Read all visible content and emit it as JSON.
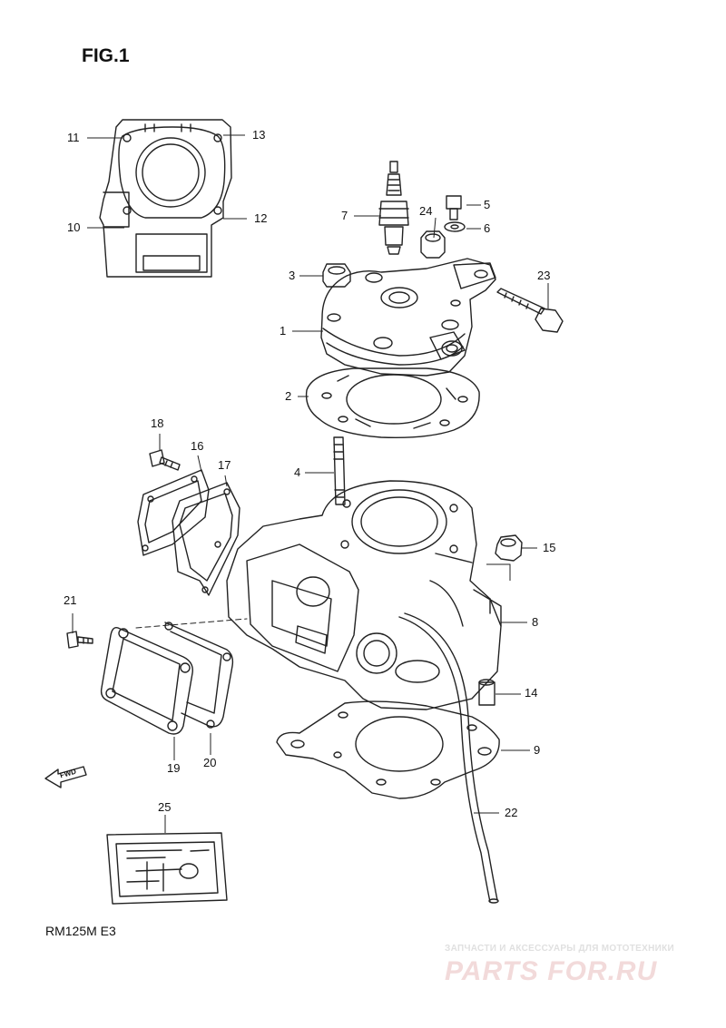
{
  "figure_title": "FIG.1",
  "model_code": "RM125M  E3",
  "watermark": {
    "caption": "ЗАПЧАСТИ И АКСЕССУАРЫ ДЛЯ МОТОТЕХНИКИ",
    "logo": "PARTS FOR.RU"
  },
  "fwd_label": "FWD",
  "callouts": [
    {
      "id": "1",
      "text": "1"
    },
    {
      "id": "2",
      "text": "2"
    },
    {
      "id": "3",
      "text": "3"
    },
    {
      "id": "4",
      "text": "4"
    },
    {
      "id": "5",
      "text": "5"
    },
    {
      "id": "6",
      "text": "6"
    },
    {
      "id": "7",
      "text": "7"
    },
    {
      "id": "8",
      "text": "8"
    },
    {
      "id": "9",
      "text": "9"
    },
    {
      "id": "10",
      "text": "10"
    },
    {
      "id": "11",
      "text": "11"
    },
    {
      "id": "12",
      "text": "12"
    },
    {
      "id": "13",
      "text": "13"
    },
    {
      "id": "14",
      "text": "14"
    },
    {
      "id": "15",
      "text": "15"
    },
    {
      "id": "16",
      "text": "16"
    },
    {
      "id": "17",
      "text": "17"
    },
    {
      "id": "18",
      "text": "18"
    },
    {
      "id": "19",
      "text": "19"
    },
    {
      "id": "20",
      "text": "20"
    },
    {
      "id": "21",
      "text": "21"
    },
    {
      "id": "22",
      "text": "22"
    },
    {
      "id": "23",
      "text": "23"
    },
    {
      "id": "24",
      "text": "24"
    },
    {
      "id": "25",
      "text": "25"
    }
  ]
}
